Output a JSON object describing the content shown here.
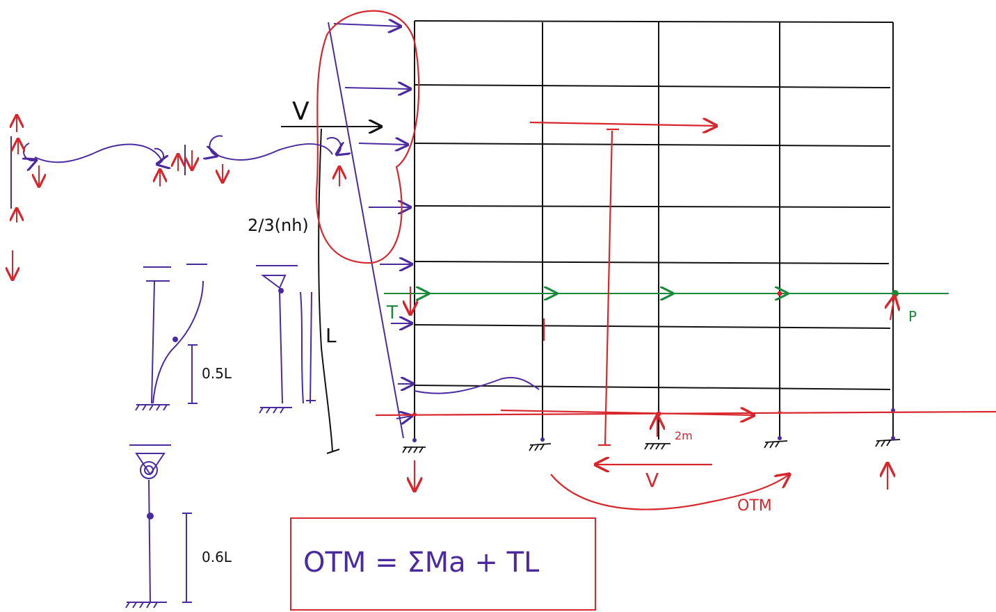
{
  "colors": {
    "frame": "#111111",
    "load": "#4b2aa0",
    "highlight": "#d8262d",
    "tie": "#1a8a3a"
  },
  "labels": {
    "shear_top": "V",
    "height_fraction": "2/3(nh)",
    "height_L": "L",
    "tension": "T",
    "compression": "P",
    "moment_arm": "2m",
    "base_shear": "V",
    "otm": "OTM",
    "half_length": "0.5L",
    "point_six_length": "0.6L"
  },
  "equation": {
    "text": "OTM = ΣMa + TL"
  }
}
